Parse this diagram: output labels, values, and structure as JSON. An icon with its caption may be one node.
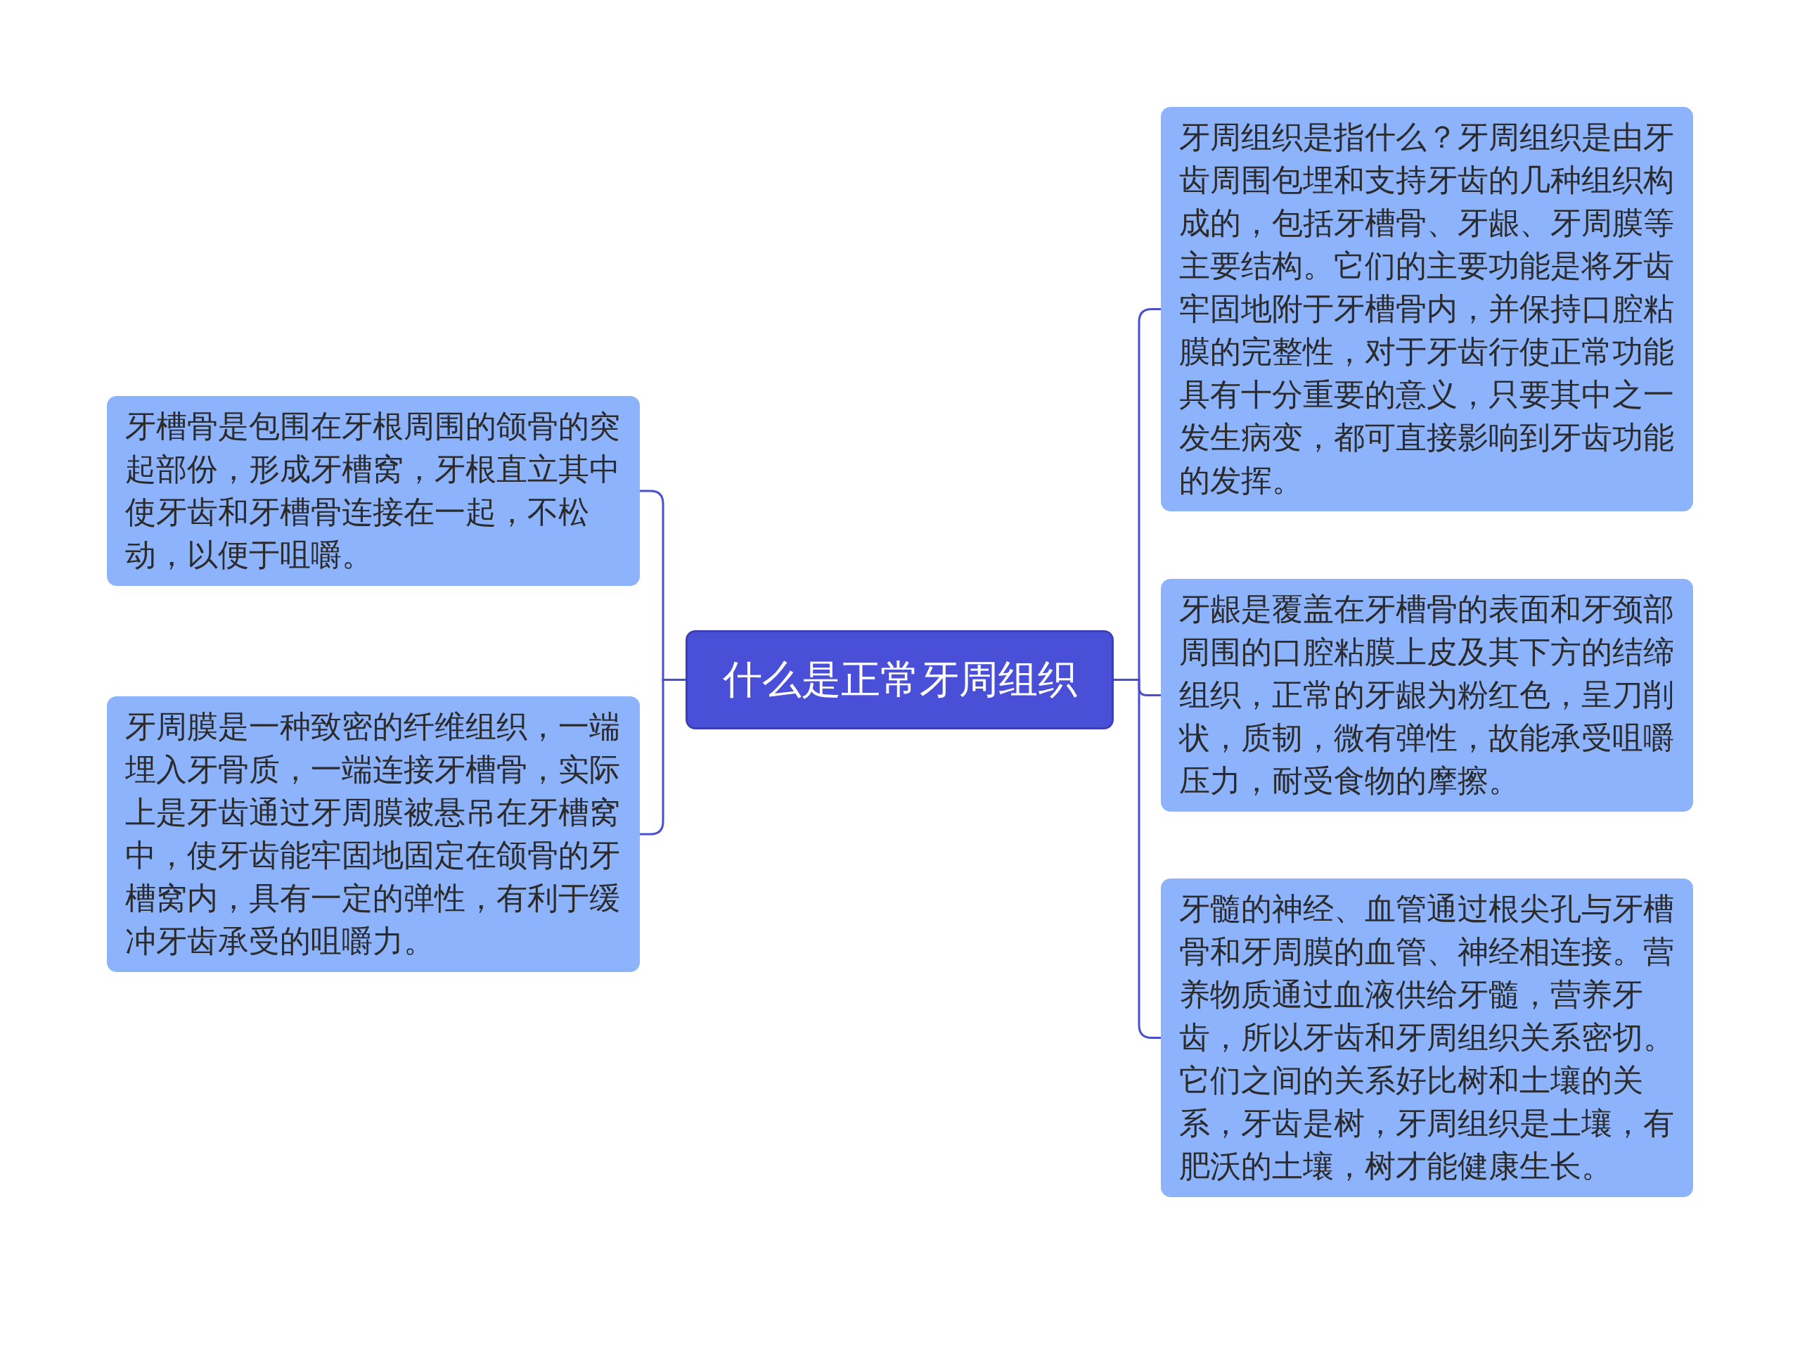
{
  "diagram": {
    "nodes": [
      {
        "text": [
          "什么是正常牙周组织"
        ]
      },
      {
        "text": [
          "牙槽骨是包围在牙根周围的颌骨的突起部份，形成牙槽窝，牙根直立其中使牙齿和牙槽骨连接在一起，不松动，以便于咀嚼。"
        ]
      },
      {
        "text": [
          "牙周膜是一种致密的纤维组织，一端埋入牙骨质，一端连接牙槽骨，实际上是牙齿通过牙周膜被悬吊在牙槽窝中，使牙齿能牢固地固定在颌骨的牙槽窝内，具有一定的弹性，有利于缓冲牙齿承受的咀嚼力。"
        ]
      },
      {
        "text": [
          "牙周组织是指什么？牙周组织是由牙齿周围包埋和支持牙齿的几种组织构成的，包括牙槽骨、牙龈、牙周膜等主要结构。它们的主要功能是将牙齿牢固地附于牙槽骨内，并保持口腔粘膜的完整性，对于牙齿行使正常功能具有十分重要的意义，只要其中之一发生病变，都可直接影响到牙齿功能的发挥。"
        ]
      },
      {
        "text": [
          "牙龈是覆盖在牙槽骨的表面和牙颈部周围的口腔粘膜上皮及其下方的结缔组织，正常的牙龈为粉红色，呈刀削状，质韧，微有弹性，故能承受咀嚼压力，耐受食物的摩擦。"
        ]
      },
      {
        "text": [
          "牙髓的神经、血管通过根尖孔与牙槽骨和牙周膜的血管、神经相连接。营养物质通过血液供给牙髓，营养牙齿，所以牙齿和牙周组织关系密切。它们之间的关系好比树和土壤的关系，牙齿是树，牙周组织是土壤，有肥沃的土壤，树才能健康生长。"
        ]
      }
    ],
    "edges": [
      {
        "from": 0,
        "to": 1,
        "arrow": "none"
      },
      {
        "from": 0,
        "to": 2,
        "arrow": "none"
      },
      {
        "from": 0,
        "to": 3,
        "arrow": "none"
      },
      {
        "from": 0,
        "to": 4,
        "arrow": "none"
      },
      {
        "from": 0,
        "to": 5,
        "arrow": "none"
      }
    ]
  }
}
